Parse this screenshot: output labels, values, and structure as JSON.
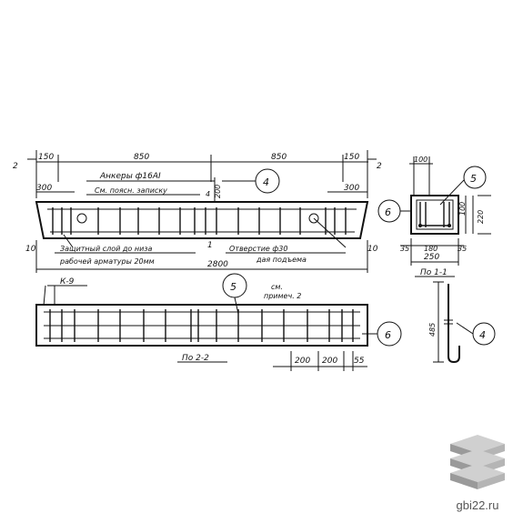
{
  "dims": {
    "top_150_left": "150",
    "top_850_left": "850",
    "top_850_right": "850",
    "top_150_right": "150",
    "left_2": "2",
    "right_2": "2",
    "left_300": "300",
    "right_300": "300",
    "mid_200": "200",
    "mid_4": "4",
    "left_10": "10",
    "right_10": "10",
    "mid_1": "1",
    "total_2800": "2800",
    "sec_100_top": "100",
    "sec_100_side": "100",
    "sec_220": "220",
    "sec_35_left": "35",
    "sec_180": "180",
    "sec_35_right": "35",
    "sec_250": "250",
    "hook_485": "485",
    "bot_200_a": "200",
    "bot_200_b": "200",
    "bot_55": "55"
  },
  "notes": {
    "anchors": "Анкеры ф16АI",
    "see_note": "См. поясн. записку",
    "cover": "Защитный слой до низа",
    "cover2": "рабочей арматуры 20мм",
    "hole": "Отверстие ф30",
    "hole2": "дая подъема",
    "k9": "К-9",
    "see_prim": "см.",
    "prim2": "примеч. 2",
    "section_1": "По 1-1",
    "section_2": "По 2-2"
  },
  "callouts": {
    "c4_top": "4",
    "c5_section": "5",
    "c6_section": "6",
    "c5_bottom": "5",
    "c6_bottom": "6",
    "c4_hook": "4"
  },
  "watermark": {
    "site": "gbi22.ru",
    "icon": "stacked-slabs-icon"
  }
}
